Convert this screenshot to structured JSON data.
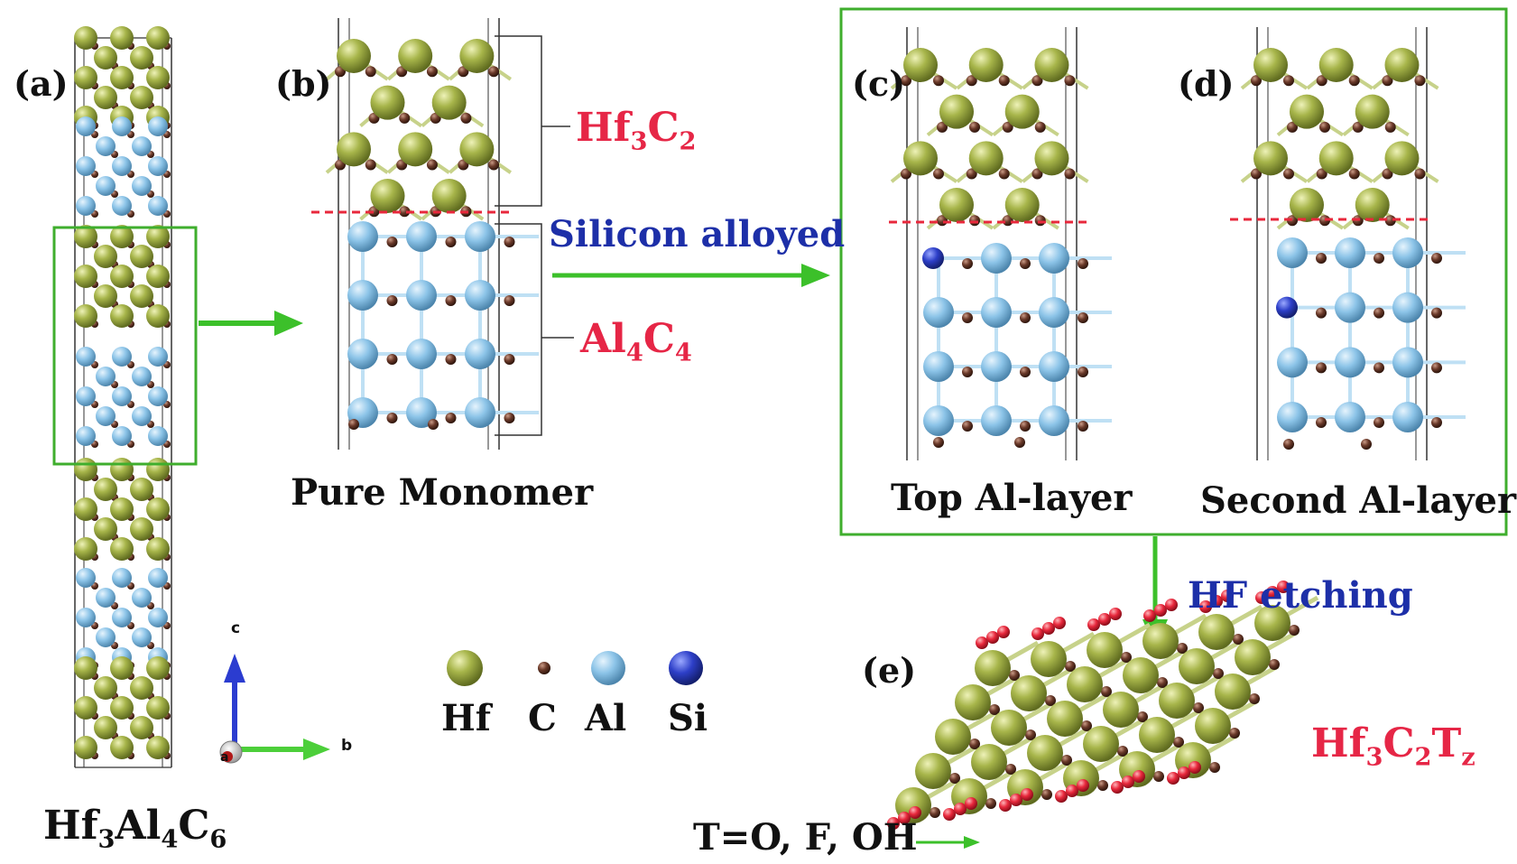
{
  "panels": {
    "a": "(a)",
    "b": "(b)",
    "c": "(c)",
    "d": "(d)",
    "e": "(e)"
  },
  "labels": {
    "hf3c2": {
      "base1": "Hf",
      "sub1": "3",
      "base2": "C",
      "sub2": "2"
    },
    "al4c4": {
      "base1": "Al",
      "sub1": "4",
      "base2": "C",
      "sub2": "4"
    },
    "hf3al4c6": {
      "base1": "Hf",
      "sub1": "3",
      "base2": "Al",
      "sub2": "4",
      "base3": "C",
      "sub3": "6"
    },
    "hf3c2tz": {
      "base1": "Hf",
      "sub1": "3",
      "base2": "C",
      "sub2": "2",
      "base3": "T",
      "sub3": "z"
    },
    "silicon_alloyed": "Silicon alloyed",
    "hf_etching": "HF etching",
    "pure_monomer": "Pure Monomer",
    "top_al_layer": "Top Al-layer",
    "second_al_layer": "Second Al-layer",
    "termination": "T=O, F, OH"
  },
  "axes": {
    "c": "c",
    "b": "b",
    "a": "a"
  },
  "legend": [
    {
      "symbol": "Hf",
      "color": "#a7b54a",
      "icon": "large-olive-sphere"
    },
    {
      "symbol": "C",
      "color": "#6b3a2a",
      "icon": "small-brown-sphere"
    },
    {
      "symbol": "Al",
      "color": "#8cc4e8",
      "icon": "light-blue-sphere"
    },
    {
      "symbol": "Si",
      "color": "#2d3fc8",
      "icon": "dark-blue-sphere"
    }
  ],
  "colors": {
    "hf": "#a7b54a",
    "carbon": "#6b3a2a",
    "aluminium": "#8cc4e8",
    "silicon": "#2d3fc8",
    "oxygen_termination": "#e8283c",
    "arrow_green": "#3cc02a",
    "box_green": "#3fae2d",
    "dashed_red": "#e8283c",
    "label_red": "#e62646",
    "label_blue": "#1d2fa8"
  }
}
